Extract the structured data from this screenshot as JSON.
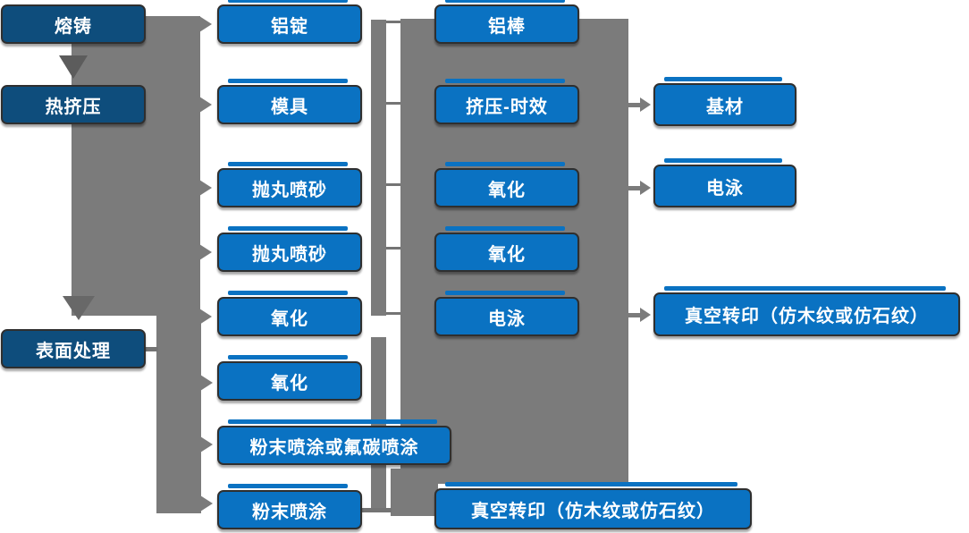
{
  "diagram": {
    "type": "flowchart",
    "subject": "aluminium profile production process flow",
    "colors": {
      "dark_node_blue": "#0e4d7c",
      "bright_node_blue": "#0a72c2",
      "node_border": "#2f2f2f",
      "connector_gray": "#7b7b7b",
      "text_white": "#ffffff",
      "background": "#ffffff"
    }
  },
  "nodes": {
    "melting": {
      "label": "熔铸"
    },
    "hot_extrusion": {
      "label": "热挤压"
    },
    "surface_treatment": {
      "label": "表面处理"
    },
    "aluminum_ingot": {
      "label": "铝锭"
    },
    "mold": {
      "label": "模具"
    },
    "shot_blasting_1": {
      "label": "抛丸喷砂"
    },
    "shot_blasting_2": {
      "label": "抛丸喷砂"
    },
    "oxidation_c2_1": {
      "label": "氧化"
    },
    "oxidation_c2_2": {
      "label": "氧化"
    },
    "powder_or_fluorocarbon": {
      "label": "粉末喷涂或氟碳喷涂"
    },
    "powder_coating": {
      "label": "粉末喷涂"
    },
    "aluminum_rod": {
      "label": "铝棒"
    },
    "extrusion_aging": {
      "label": "挤压-时效"
    },
    "oxidation_c3_1": {
      "label": "氧化"
    },
    "oxidation_c3_2": {
      "label": "氧化"
    },
    "electrophoresis_c3": {
      "label": "电泳"
    },
    "vacuum_transfer_c3": {
      "label": "真空转印（仿木纹或仿石纹）"
    },
    "substrate": {
      "label": "基材"
    },
    "electrophoresis_c4": {
      "label": "电泳"
    },
    "vacuum_transfer_c4": {
      "label": "真空转印（仿木纹或仿石纹）"
    }
  }
}
